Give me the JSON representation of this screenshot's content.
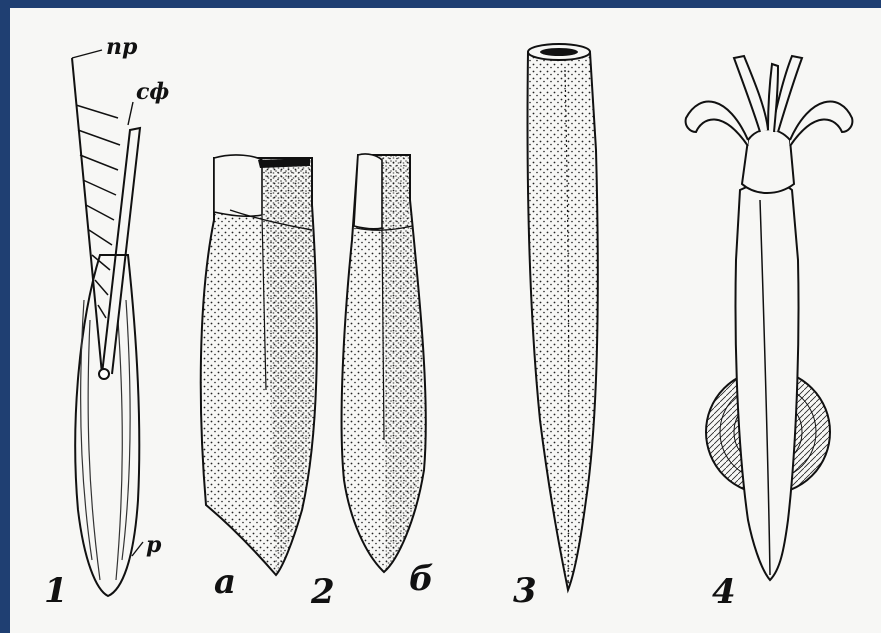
{
  "figure": {
    "background": "#f7f7f5",
    "frame_color": "#1f3f72",
    "labels": {
      "fig1": "1",
      "fig2": "2",
      "fig3": "3",
      "fig4": "4",
      "a": "а",
      "b": "б",
      "np": "пр",
      "sf": "сф",
      "p": "р"
    }
  }
}
